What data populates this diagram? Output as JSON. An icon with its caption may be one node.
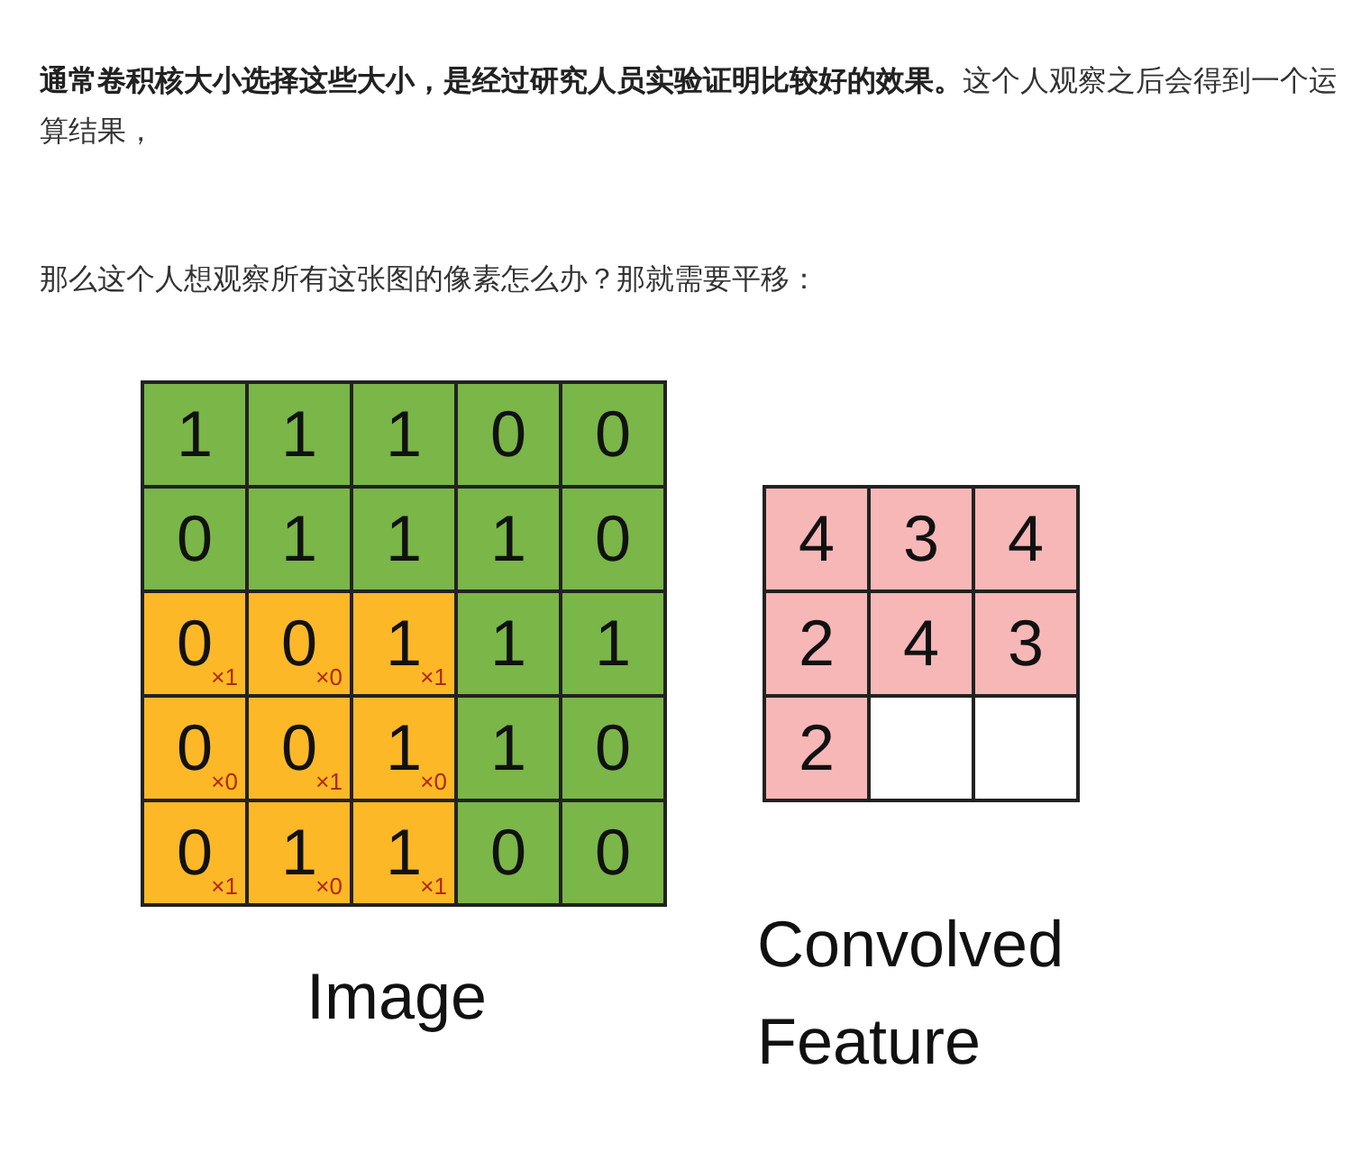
{
  "diagram": {
    "labels": [
      "**通常卷积核大小选择这些大小，是经过研究人员实验证明比较好的效果。**这个人观察之后会得到一个运算结果，",
      "那么这个人想观察所有这张图的像素怎么办？那就需要平移：",
      "1",
      "1",
      "1",
      "0",
      "0",
      "0",
      "1",
      "1",
      "1",
      "0",
      "0$_{×1}$",
      "0$_{×0}$",
      "1$_{×1}$",
      "1",
      "1",
      "0$_{×0}$",
      "0$_{×1}$",
      "1$_{×0}$",
      "1",
      "0",
      "0$_{×1}$",
      "1$_{×0}$",
      "1$_{×1}$",
      "0",
      "0",
      "Image",
      "4",
      "3",
      "4",
      "2",
      "4",
      "3",
      "2",
      "Convolved Feature"
    ]
  }
}
